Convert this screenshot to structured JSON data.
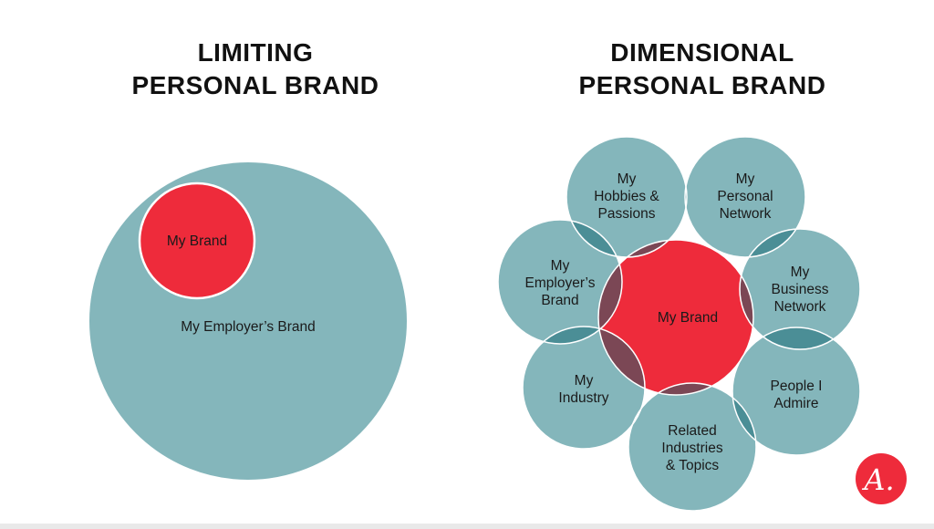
{
  "left": {
    "title_line1": "LIMITING",
    "title_line2": "PERSONAL BRAND",
    "outer_label": "My Employer’s Brand",
    "inner_label": "My Brand"
  },
  "right": {
    "title_line1": "DIMENSIONAL",
    "title_line2": "PERSONAL BRAND",
    "center_label": "My Brand",
    "petals": [
      {
        "id": "hobbies",
        "lines": [
          "My",
          "Hobbies &",
          "Passions"
        ]
      },
      {
        "id": "personal-network",
        "lines": [
          "My",
          "Personal",
          "Network"
        ]
      },
      {
        "id": "business-network",
        "lines": [
          "My",
          "Business",
          "Network"
        ]
      },
      {
        "id": "people-i-admire",
        "lines": [
          "People I",
          "Admire"
        ]
      },
      {
        "id": "related-industries",
        "lines": [
          "Related",
          "Industries",
          "& Topics"
        ]
      },
      {
        "id": "industry",
        "lines": [
          "My",
          "Industry"
        ]
      },
      {
        "id": "employers-brand",
        "lines": [
          "My",
          "Employer’s",
          "Brand"
        ]
      }
    ]
  },
  "colors": {
    "teal": "#84b6bb",
    "teal_overlap": "#4b8e96",
    "red": "#ee2b3b",
    "maroon": "#7b4755",
    "white": "#ffffff"
  },
  "logo": {
    "glyph": "A."
  }
}
